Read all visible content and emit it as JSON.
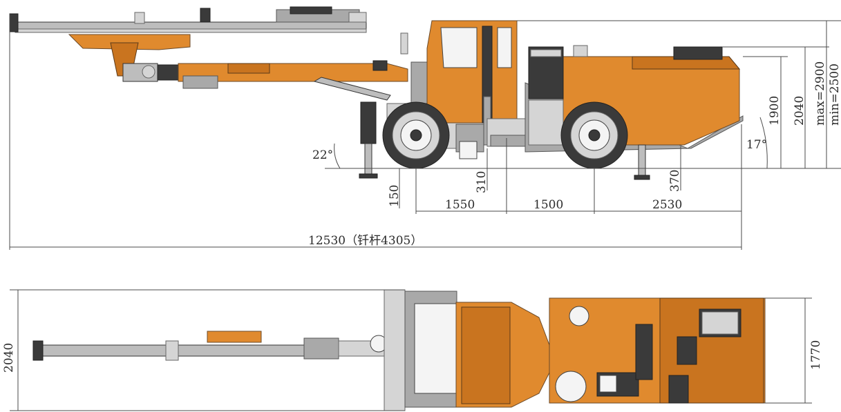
{
  "side_view": {
    "dimensions": {
      "height_max": "max=2900",
      "height_min": "min=2500",
      "height_2040": "2040",
      "height_1900": "1900",
      "angle_front": "22°",
      "angle_rear": "17°",
      "clearance_150": "150",
      "clearance_310": "310",
      "clearance_370": "370",
      "length_1550": "1550",
      "length_1500": "1500",
      "length_2530": "2530",
      "total_length": "12530（钎杆4305）"
    }
  },
  "top_view": {
    "dimensions": {
      "width_2040": "2040",
      "width_1770": "1770"
    }
  },
  "colors": {
    "body": "#e08a2e",
    "body_dark": "#c9741f",
    "frame": "#a9a9a9",
    "dimension_lines": "#4a4a4a"
  }
}
